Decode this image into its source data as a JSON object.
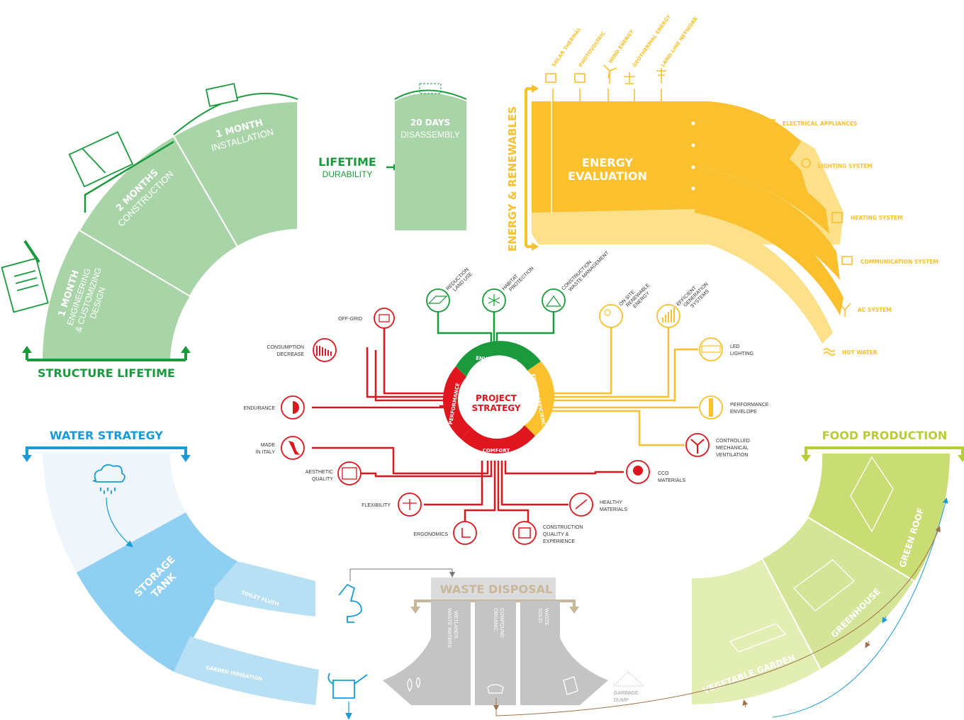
{
  "structure": {
    "title": "STRUCTURE LIFETIME",
    "seg_design_dur": "1 MONTH",
    "seg_design_l1": "ENGINEERING",
    "seg_design_l2": "& CUSTOMIZING",
    "seg_design_l3": "DESIGN",
    "seg_construction_dur": "2 MONTHS",
    "seg_construction_label": "CONSTRUCTION",
    "seg_installation_dur": "1 MONTH",
    "seg_installation_label": "INSTALLATION",
    "lifetime_title": "LIFETIME",
    "lifetime_sub": "DURABILITY",
    "disassembly_dur": "20 DAYS",
    "disassembly_label": "DISASSEMBLY"
  },
  "energy": {
    "vertical_title": "ENERGY & RENEWABLES",
    "main_l1": "ENERGY",
    "main_l2": "EVALUATION",
    "sources": [
      "SOLAR THERMAL",
      "PHOTOVOLTAIC",
      "WIND ENERGY",
      "GEOTHERMAL ENERGY",
      "LAND-LINE NETWORK"
    ],
    "uses": [
      "ELECTRICAL APPLIANCES",
      "LIGHTING SYSTEM",
      "HEATING SYSTEM",
      "COMMUNICATION SYSTEM",
      "AC SYSTEM",
      "HOT WATER"
    ]
  },
  "strategy": {
    "center_l1": "PROJECT",
    "center_l2": "STRATEGY",
    "ring": {
      "environment": "ENVIRONMENT",
      "energy": "ENERGY EFFICIENCY",
      "comfort": "COMFORT",
      "performance": "PERFORMANCE"
    },
    "env_items": [
      [
        "REDUCTION",
        "LAND USE"
      ],
      [
        "HABITAT",
        "PROTECTION"
      ],
      [
        "CONSTRUCTION",
        "WASTE MANAGEMENT"
      ]
    ],
    "energy_items": [
      [
        "ON SITE",
        "RENEWABLE",
        "ENERGY"
      ],
      [
        "EFFICIENT",
        "GENERATION",
        "SYSTEMS"
      ]
    ],
    "right_items": {
      "led": [
        "LED",
        "LIGHTING"
      ],
      "envelope": [
        "PERFORMANCE",
        "ENVELOPE"
      ],
      "ventilation": [
        "CONTROLLED",
        "MECHANICAL",
        "VENTILATION"
      ],
      "cco": [
        "CCO",
        "MATERIALS"
      ],
      "healthy": [
        "HEALTHY",
        "MATERIALS"
      ],
      "quality": [
        "CONSTRUCTION",
        "QUALITY &",
        "EXPERIENCE"
      ]
    },
    "left_items": {
      "offgrid": "OFF-GRID",
      "consumption": [
        "CONSUMPTION",
        "DECREASE"
      ],
      "endurance": "ENDURANCE",
      "italy": [
        "MADE",
        "IN ITALY"
      ],
      "aesthetic": [
        "AESTHETIC",
        "QUALITY"
      ],
      "flexibility": "FLEXIBILITY",
      "ergonomics": "ERGONOMICS"
    }
  },
  "water": {
    "title": "WATER STRATEGY",
    "tank_l1": "STORAGE",
    "tank_l2": "TANK",
    "toilet": "TOILET FLUSH",
    "irrigation": "GARDEN IRRIGATION"
  },
  "waste": {
    "title": "WASTE DISPOSAL",
    "col1": [
      "WASTE WATERS",
      "WETLANDS"
    ],
    "col2": [
      "ORGANIC",
      "COMPOUND"
    ],
    "col3": [
      "SOLID",
      "WASTE"
    ],
    "dump": [
      "GARBAGE",
      "DUMP"
    ]
  },
  "food": {
    "title": "FOOD PRODUCTION",
    "segments": [
      "GREEN ROOF",
      "GREENHOUSE",
      "VEGETABLE GARDEN"
    ]
  },
  "colors": {
    "green_dark": "#1a9a3c",
    "green_light": "#a8d4a8",
    "yellow": "#fbc02d",
    "yellow_light": "#fde08a",
    "red": "#e0161e",
    "blue": "#1a9ad6",
    "blue_light": "#8fd0f2",
    "grey": "#c4c4c4",
    "olive": "#c9dd74",
    "olive_text": "#b8cc3a"
  }
}
